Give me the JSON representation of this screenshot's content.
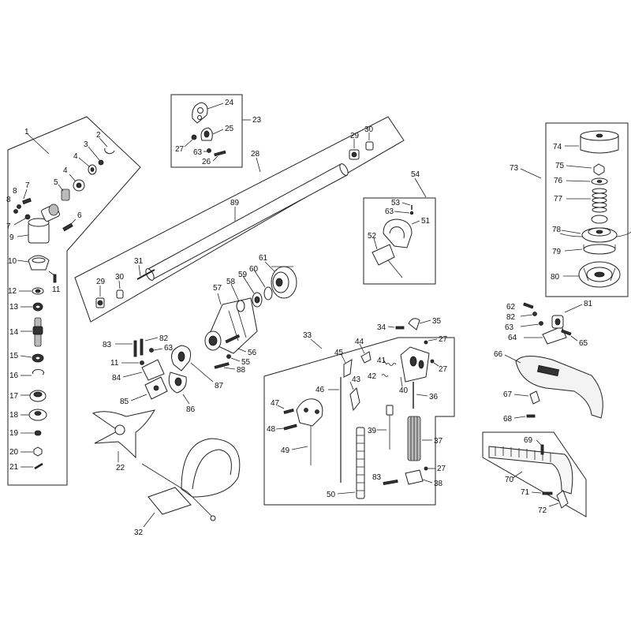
{
  "labels": {
    "l1": "1",
    "l2": "2",
    "l3": "3",
    "l4a": "4",
    "l4b": "4",
    "l5": "5",
    "l6": "6",
    "l7a": "7",
    "l7b": "7",
    "l8a": "8",
    "l8b": "8",
    "l9": "9",
    "l10": "10",
    "l11a": "11",
    "l12": "12",
    "l13": "13",
    "l14": "14",
    "l15": "15",
    "l16": "16",
    "l17": "17",
    "l18": "18",
    "l19": "19",
    "l20": "20",
    "l21": "21",
    "l22": "22",
    "l23": "23",
    "l24": "24",
    "l25": "25",
    "l26": "26",
    "l27a": "27",
    "l28": "28",
    "l29a": "29",
    "l29b": "29",
    "l30a": "30",
    "l30b": "30",
    "l31": "31",
    "l32": "32",
    "l33": "33",
    "l34": "34",
    "l35": "35",
    "l36": "36",
    "l37": "37",
    "l38": "38",
    "l39": "39",
    "l40": "40",
    "l41": "41",
    "l42": "42",
    "l43": "43",
    "l44": "44",
    "l45": "45",
    "l46": "46",
    "l47": "47",
    "l48": "48",
    "l49": "49",
    "l50": "50",
    "l51": "51",
    "l52": "52",
    "l53": "53",
    "l54": "54",
    "l55": "55",
    "l56": "56",
    "l57": "57",
    "l58": "58",
    "l59": "59",
    "l60": "60",
    "l61": "61",
    "l62": "62",
    "l63a": "63",
    "l63b": "63",
    "l63c": "63",
    "l63d": "63",
    "l64": "64",
    "l65": "65",
    "l66": "66",
    "l67": "67",
    "l68": "68",
    "l69": "69",
    "l70": "70",
    "l71": "71",
    "l72": "72",
    "l73": "73",
    "l74": "74",
    "l75": "75",
    "l76": "76",
    "l77": "77",
    "l78": "78",
    "l79": "79",
    "l80": "80",
    "l81": "81",
    "l82a": "82",
    "l82b": "82",
    "l83a": "83",
    "l83b": "83",
    "l84": "84",
    "l85": "85",
    "l86": "86",
    "l87": "87",
    "l88": "88",
    "l89": "89",
    "l11b": "11",
    "l27b": "27",
    "l27c": "27",
    "l27d": "27"
  }
}
